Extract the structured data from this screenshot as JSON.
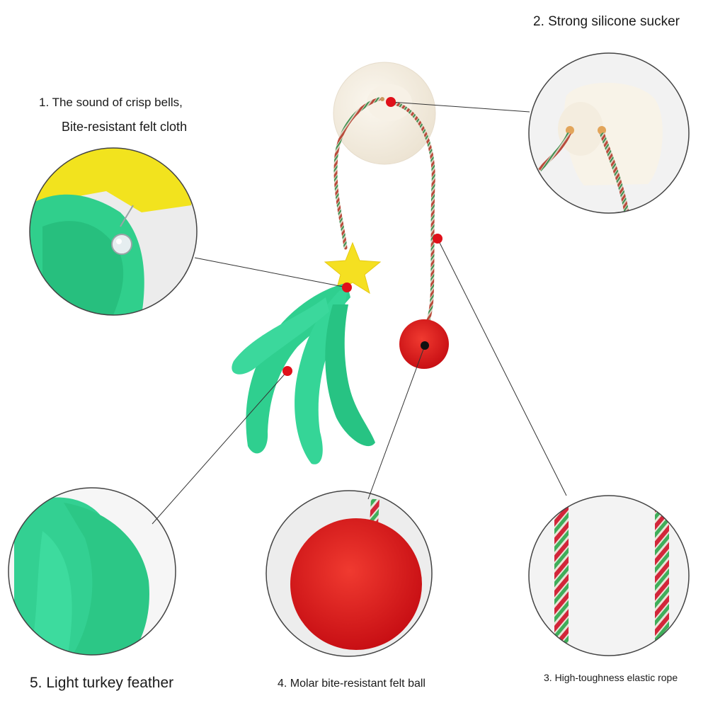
{
  "labels": {
    "sucker": "2. Strong silicone sucker",
    "bells": "1. The sound of crisp bells,",
    "felt": "Bite-resistant felt cloth",
    "feather": "5. Light turkey feather",
    "ball": "4. Molar bite-resistant felt ball",
    "rope": "3. High-toughness elastic rope"
  },
  "colors": {
    "background": "#ffffff",
    "feather": "#2fcf8f",
    "felt_ball": "#e01818",
    "star": "#f5e021",
    "sucker": "#f4eee2",
    "marker_dot": "#e0101a",
    "leader_line": "#333333",
    "circle_border": "#444444"
  }
}
